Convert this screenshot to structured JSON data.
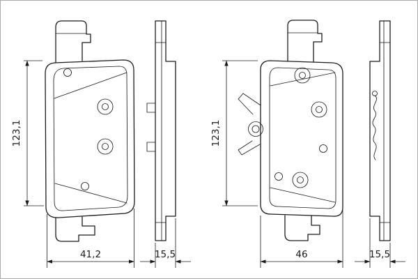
{
  "drawing": {
    "background": "#ffffff",
    "line_color": "#1a1a1a",
    "dimension_labels": {
      "left_height": "123,1",
      "left_width": "41,2",
      "left_thickness": "15,5",
      "right_height": "123,1",
      "right_width": "46",
      "right_thickness": "15,5"
    }
  }
}
